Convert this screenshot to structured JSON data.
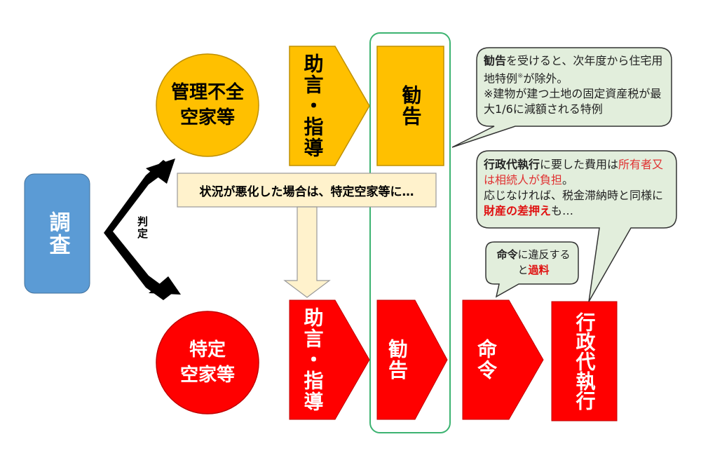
{
  "survey": "調査",
  "judge": "判定",
  "colors": {
    "blue": "#5b9bd5",
    "yellow": "#ffc000",
    "red": "#ff0000",
    "beige": "#fff2cc",
    "callout": "#e2eedc",
    "frame": "#3cb371"
  },
  "top_row": {
    "circle": "管理不全\n空家等",
    "step1": "助言・指導",
    "step2": "勧告"
  },
  "bottom_row": {
    "circle": "特定\n空家等",
    "step1": "助言・指導",
    "step2": "勧告",
    "step3": "命令",
    "step4": "行政代執行"
  },
  "transition": "状況が悪化した場合は、特定空家等に…",
  "callouts": {
    "kankoku": {
      "bold": "勧告",
      "t1": "を受けると、次年度から住宅用地特例",
      "mark": "※",
      "t2": "が除外。",
      "note": "※建物が建つ土地の固定資産税が最大1/6に減額される特例"
    },
    "daishikko": {
      "bold": "行政代執行",
      "t1": "に要した費用は",
      "red": "所有者又は相続人が負担",
      "t2": "。",
      "t3": "応じなければ、税金滞納時と同様に",
      "redbold": "財産の差押え",
      "t4": "も…"
    },
    "meirei": {
      "bold": "命令",
      "t1": "に違反すると",
      "redbold": "過料"
    }
  }
}
